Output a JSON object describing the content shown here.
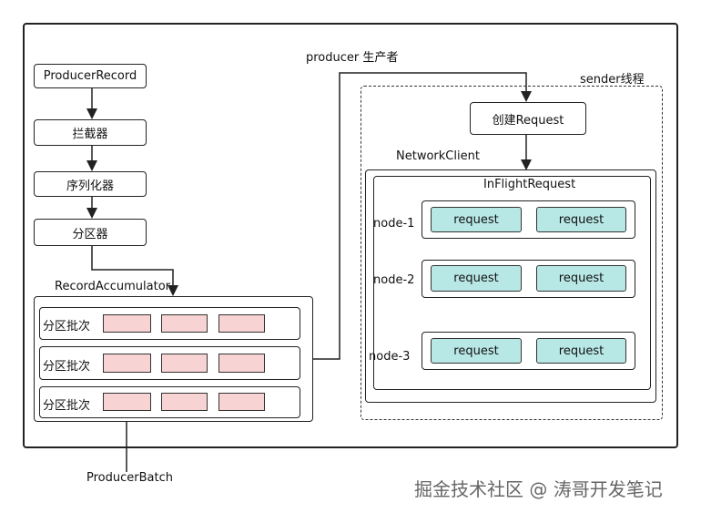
{
  "pipeline": {
    "producer_record": "ProducerRecord",
    "interceptor": "拦截器",
    "serializer": "序列化器",
    "partitioner": "分区器"
  },
  "accumulator": {
    "title": "RecordAccumulator",
    "rows": [
      "分区批次",
      "分区批次",
      "分区批次"
    ],
    "batch_label": "ProducerBatch"
  },
  "producer_label": "producer 生产者",
  "sender": {
    "title": "sender线程",
    "create_request": "创建Request",
    "network_client": "NetworkClient",
    "inflight": "InFlightRequest",
    "nodes": [
      {
        "name": "node-1",
        "requests": [
          "request",
          "request"
        ]
      },
      {
        "name": "node-2",
        "requests": [
          "request",
          "request"
        ]
      },
      {
        "name": "node-3",
        "requests": [
          "request",
          "request"
        ]
      }
    ]
  },
  "watermark": "掘金技术社区 @ 涛哥开发笔记",
  "colors": {
    "batch_fill": "#f8d3d3",
    "request_fill": "#b8e8e6"
  }
}
